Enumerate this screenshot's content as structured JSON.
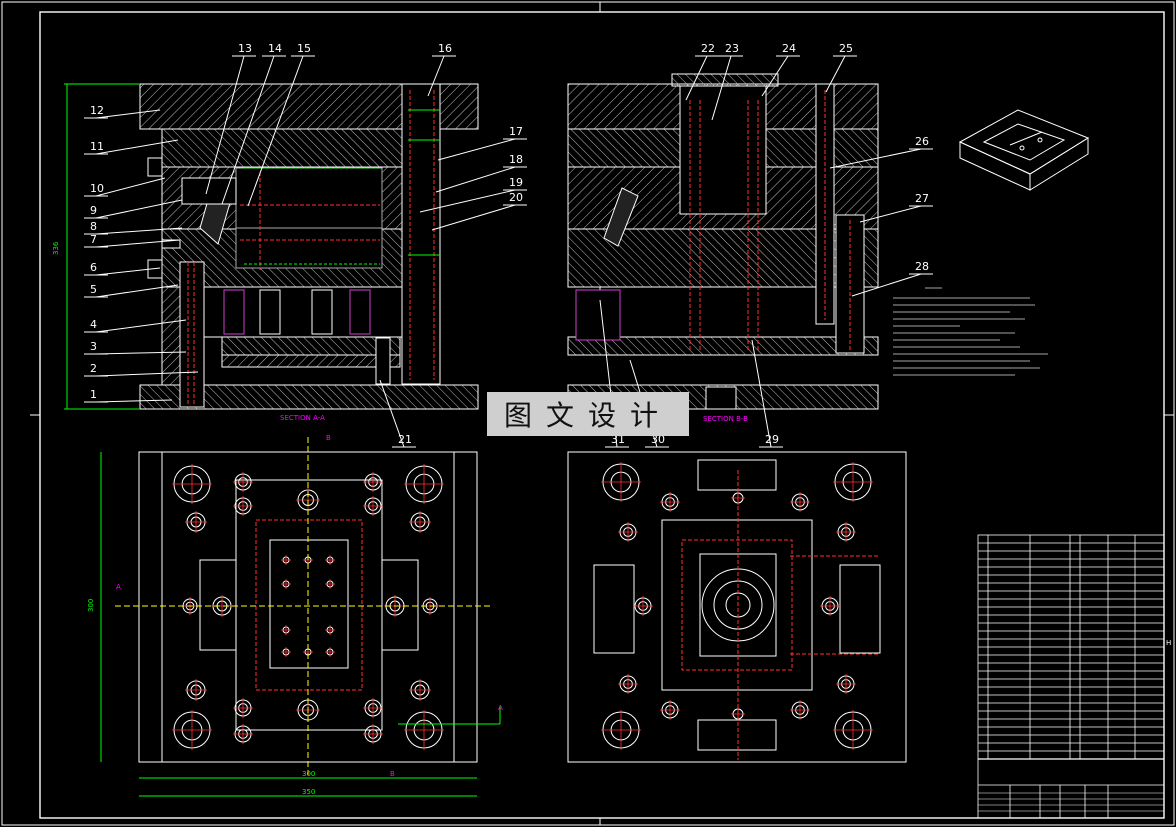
{
  "balloons_section_aa_left": [
    "12",
    "11",
    "10",
    "9",
    "8",
    "7",
    "6",
    "5",
    "4",
    "3",
    "2",
    "1"
  ],
  "balloons_section_aa_top": [
    "13",
    "14",
    "15",
    "16"
  ],
  "balloons_section_aa_right": [
    "17",
    "18",
    "19",
    "20"
  ],
  "balloon_21": "21",
  "balloons_section_bb_top": [
    "22",
    "23",
    "24",
    "25"
  ],
  "balloons_section_bb_right": [
    "26",
    "27",
    "28"
  ],
  "balloons_section_bb_bottom": [
    "31",
    "30",
    "29"
  ],
  "section_aa_label": "SECTION A-A",
  "section_bb_label": "SECTION B-B",
  "cut_letter_a": "A",
  "cut_letter_b": "B",
  "dim_height": "336",
  "dim_plan_height": "300",
  "dim_plan_inner_width": "300",
  "dim_plan_outer_width": "350",
  "watermark": "图文设计",
  "colors": {
    "background": "#000000",
    "line": "#ffffff",
    "hatch": "#bfbfbf",
    "section_label": "#ff00ff",
    "center_line": "#ff3030",
    "dimension": "#00ff00",
    "cut_line": "#ffff00",
    "stamp_bg": "#cfcfcf"
  }
}
